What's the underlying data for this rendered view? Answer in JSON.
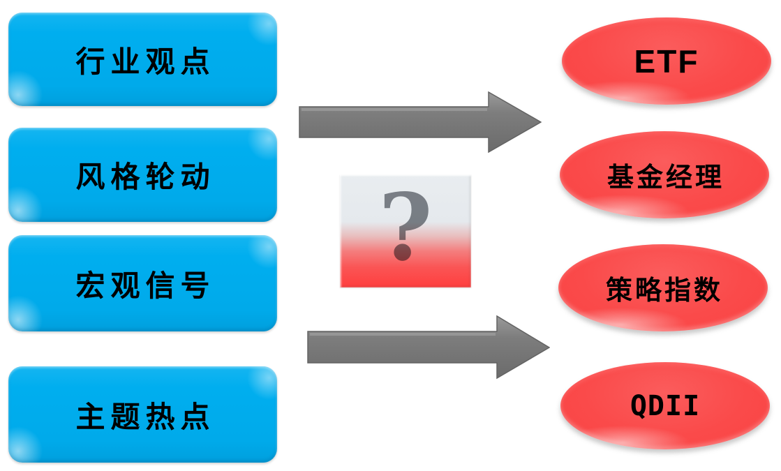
{
  "diagram": {
    "title": "signal-to-product mapping diagram",
    "inputs": [
      {
        "label": "行业观点"
      },
      {
        "label": "风格轮动"
      },
      {
        "label": "宏观信号"
      },
      {
        "label": "主题热点"
      }
    ],
    "outputs": [
      {
        "label": "ETF"
      },
      {
        "label": "基金经理"
      },
      {
        "label": "策略指数"
      },
      {
        "label": "QDII"
      }
    ],
    "question_mark": "?",
    "colors": {
      "input_box_blue": "#00AEEF",
      "output_ellipse_red": "#FA4A4A",
      "arrow_gray": "#7D7D7D",
      "question_tile_top": "#E9EDF0",
      "question_tile_bottom": "#FF4040",
      "text_color": "#000000",
      "background": "#FFFFFF"
    }
  }
}
